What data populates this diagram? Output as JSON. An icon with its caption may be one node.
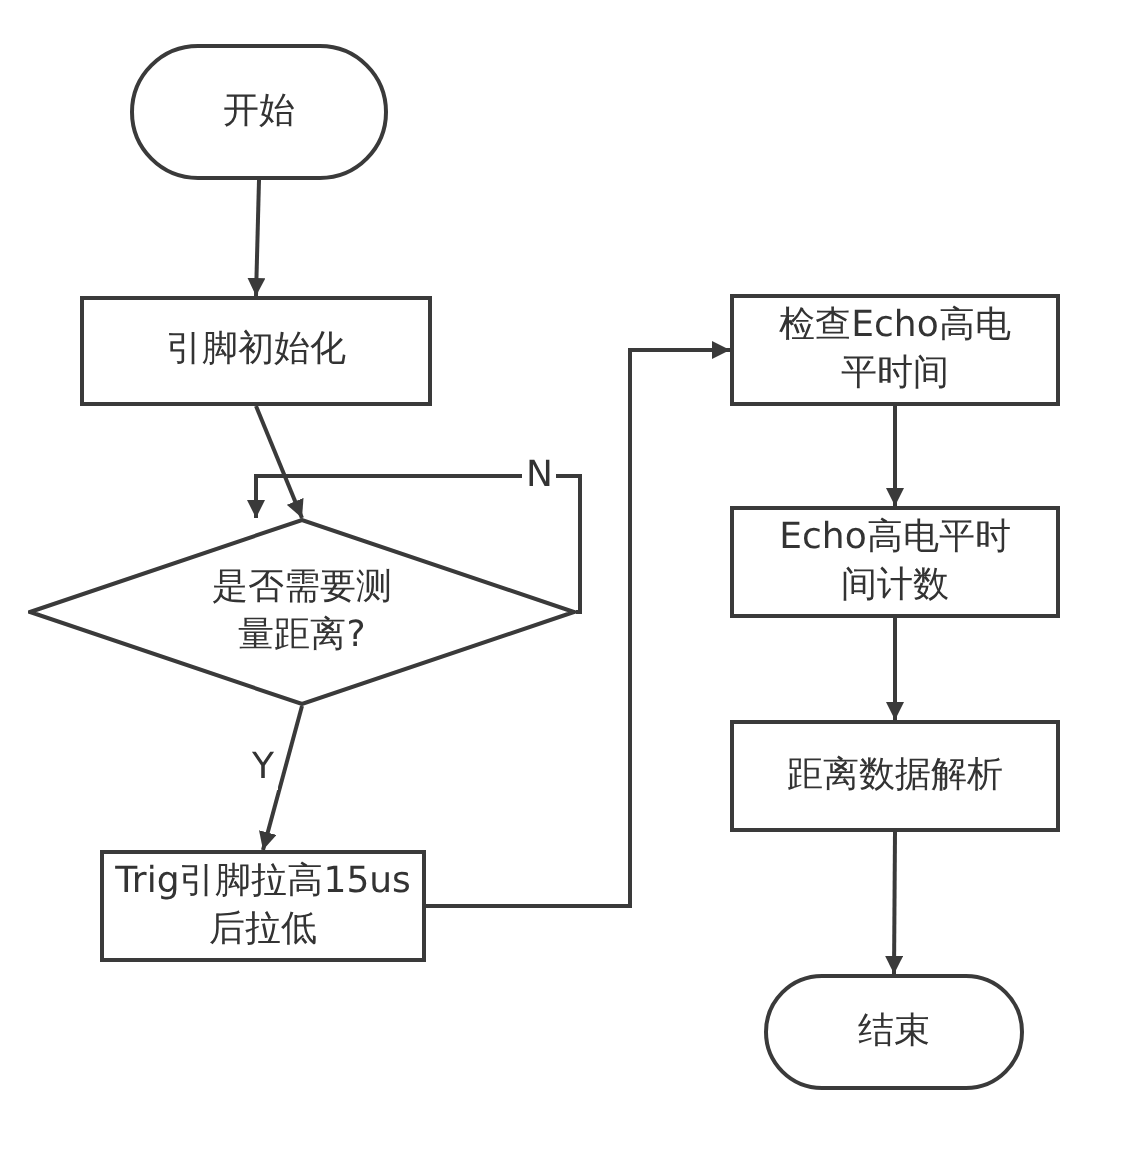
{
  "diagram": {
    "nodes": [
      {
        "text": [
          "开始"
        ]
      },
      {
        "text": [
          "引脚初始化"
        ]
      },
      {
        "text": [
          "是否需要测量距离?"
        ]
      },
      {
        "text": [
          "Trig引脚拉高15us后拉低"
        ]
      },
      {
        "text": [
          "检查Echo高电平时间"
        ]
      },
      {
        "text": [
          "Echo高电平时间计数"
        ]
      },
      {
        "text": [
          "距离数据解析"
        ]
      },
      {
        "text": [
          "结束"
        ]
      }
    ],
    "edges": [
      {
        "from": 0,
        "to": 1,
        "arrow": "to"
      },
      {
        "from": 1,
        "to": 2,
        "arrow": "to"
      },
      {
        "from": 2,
        "to": 2,
        "label": "N",
        "arrow": "to"
      },
      {
        "from": 2,
        "to": 3,
        "label": "Y",
        "arrow": "to"
      },
      {
        "from": 3,
        "to": 4,
        "arrow": "to"
      },
      {
        "from": 4,
        "to": 5,
        "arrow": "to"
      },
      {
        "from": 5,
        "to": 6,
        "arrow": "to"
      },
      {
        "from": 6,
        "to": 7,
        "arrow": "to"
      }
    ]
  }
}
